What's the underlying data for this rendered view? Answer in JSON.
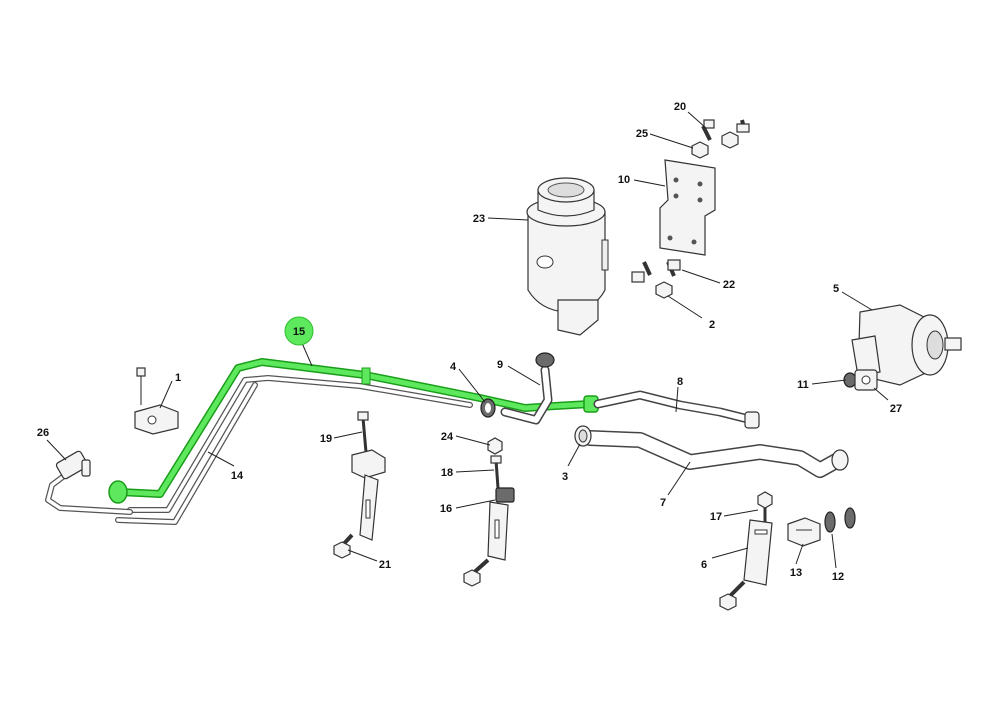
{
  "diagram": {
    "highlight_color": "#5ee85e",
    "highlighted_part": "15",
    "callouts": [
      {
        "label": "1"
      },
      {
        "label": "2"
      },
      {
        "label": "3"
      },
      {
        "label": "4"
      },
      {
        "label": "5"
      },
      {
        "label": "6"
      },
      {
        "label": "7"
      },
      {
        "label": "8"
      },
      {
        "label": "9"
      },
      {
        "label": "10"
      },
      {
        "label": "11"
      },
      {
        "label": "12"
      },
      {
        "label": "13"
      },
      {
        "label": "14"
      },
      {
        "label": "15"
      },
      {
        "label": "16"
      },
      {
        "label": "17"
      },
      {
        "label": "18"
      },
      {
        "label": "19"
      },
      {
        "label": "20"
      },
      {
        "label": "21"
      },
      {
        "label": "22"
      },
      {
        "label": "23"
      },
      {
        "label": "24"
      },
      {
        "label": "25"
      },
      {
        "label": "26"
      },
      {
        "label": "27"
      }
    ]
  }
}
